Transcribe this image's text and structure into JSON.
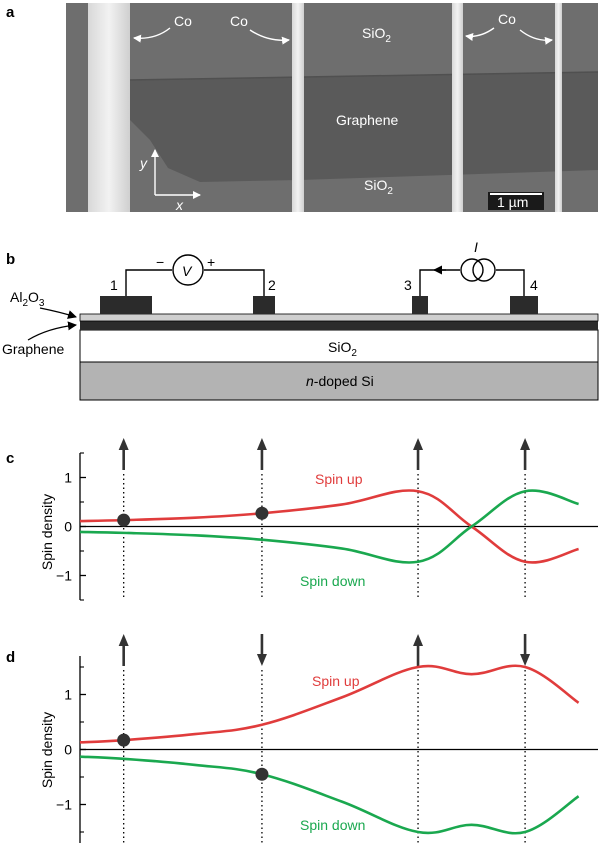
{
  "panel_a": {
    "label": "a",
    "co_left": "Co",
    "co_mid": "Co",
    "co_right": "Co",
    "sio2_top": "SiO",
    "sub2": "2",
    "graphene": "Graphene",
    "sio2_bottom": "SiO",
    "axis_y": "y",
    "axis_x": "x",
    "scale": "1 µm"
  },
  "panel_b": {
    "label": "b",
    "contacts": [
      "1",
      "2",
      "3",
      "4"
    ],
    "minus": "−",
    "plus": "+",
    "voltmeter": "V",
    "current": "I",
    "al2o3_a": "Al",
    "al2o3_sub1": "2",
    "al2o3_b": "O",
    "al2o3_sub2": "3",
    "graphene": "Graphene",
    "sio2": "SiO",
    "sio2_sub": "2",
    "si_italic": "n",
    "si_rest": "-doped Si"
  },
  "colors": {
    "spin_up": "#e03c3c",
    "spin_down": "#1aa84f",
    "si": "#b3b3b3",
    "device_dark": "#2b2b2b"
  },
  "chart_data": [
    {
      "panel": "c",
      "type": "line",
      "ylabel": "Spin density",
      "ylim": [
        -1.5,
        1.5
      ],
      "yticks": [
        "1",
        "0",
        "−1"
      ],
      "ytick_values": [
        1,
        0,
        -1
      ],
      "x": [
        0,
        1,
        2,
        3,
        4,
        5,
        6,
        7,
        8,
        9,
        10
      ],
      "contacts_x": [
        0.8,
        3.9,
        7.4,
        9.8
      ],
      "contact_arrows": [
        "up",
        "up",
        "up",
        "up"
      ],
      "markers": [
        {
          "x": 0.8,
          "y": 0.13
        },
        {
          "x": 3.9,
          "y": 0.27
        }
      ],
      "series": [
        {
          "name": "Spin up",
          "points": [
            [
              -0.9,
              0.11
            ],
            [
              0.8,
              0.13
            ],
            [
              2.4,
              0.18
            ],
            [
              3.9,
              0.27
            ],
            [
              5.7,
              0.45
            ],
            [
              7.4,
              0.72
            ],
            [
              8.6,
              0.0
            ],
            [
              9.8,
              -0.72
            ],
            [
              11.0,
              -0.46
            ]
          ]
        },
        {
          "name": "Spin down",
          "points": [
            [
              -0.9,
              -0.11
            ],
            [
              0.8,
              -0.13
            ],
            [
              2.4,
              -0.18
            ],
            [
              3.9,
              -0.27
            ],
            [
              5.7,
              -0.45
            ],
            [
              7.4,
              -0.72
            ],
            [
              8.6,
              0.0
            ],
            [
              9.8,
              0.72
            ],
            [
              11.0,
              0.46
            ]
          ]
        }
      ]
    },
    {
      "panel": "d",
      "type": "line",
      "ylabel": "Spin density",
      "ylim": [
        -1.7,
        1.7
      ],
      "yticks": [
        "1",
        "0",
        "−1"
      ],
      "ytick_values": [
        1,
        0,
        -1
      ],
      "contacts_x": [
        0.8,
        3.9,
        7.4,
        9.8
      ],
      "contact_arrows": [
        "up",
        "down",
        "up",
        "down"
      ],
      "markers": [
        {
          "x": 0.8,
          "y": 0.17
        },
        {
          "x": 3.9,
          "y": -0.45
        }
      ],
      "series": [
        {
          "name": "Spin up",
          "points": [
            [
              -0.9,
              0.13
            ],
            [
              0.8,
              0.17
            ],
            [
              2.4,
              0.28
            ],
            [
              3.9,
              0.45
            ],
            [
              5.7,
              0.95
            ],
            [
              7.4,
              1.5
            ],
            [
              8.6,
              1.37
            ],
            [
              9.8,
              1.5
            ],
            [
              11.0,
              0.85
            ]
          ]
        },
        {
          "name": "Spin down",
          "points": [
            [
              -0.9,
              -0.13
            ],
            [
              0.8,
              -0.17
            ],
            [
              2.4,
              -0.28
            ],
            [
              3.9,
              -0.45
            ],
            [
              5.7,
              -0.95
            ],
            [
              7.4,
              -1.5
            ],
            [
              8.6,
              -1.37
            ],
            [
              9.8,
              -1.5
            ],
            [
              11.0,
              -0.85
            ]
          ]
        }
      ]
    }
  ]
}
